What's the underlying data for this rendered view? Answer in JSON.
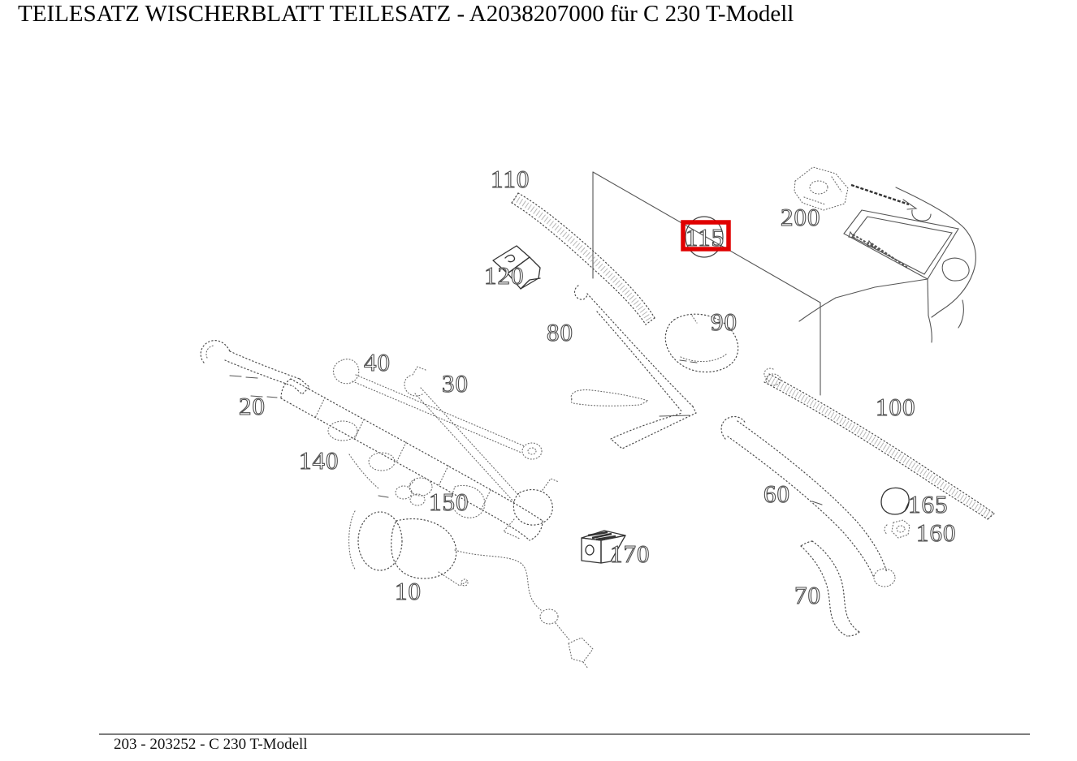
{
  "header": {
    "title": "TEILESATZ WISCHERBLATT TEILESATZ - A2038207000 für C 230 T-Modell"
  },
  "footer": {
    "text": "203 - 203252 - C 230 T-Modell"
  },
  "diagram": {
    "selected_part": "115",
    "highlight_color": "#e00000",
    "labels": {
      "p10": "10",
      "p20": "20",
      "p30": "30",
      "p40": "40",
      "p60": "60",
      "p70": "70",
      "p80": "80",
      "p90": "90",
      "p100": "100",
      "p110": "110",
      "p115": "115",
      "p120": "120",
      "p140": "140",
      "p150": "150",
      "p160": "160",
      "p165": "165",
      "p170": "170",
      "p200": "200"
    }
  }
}
